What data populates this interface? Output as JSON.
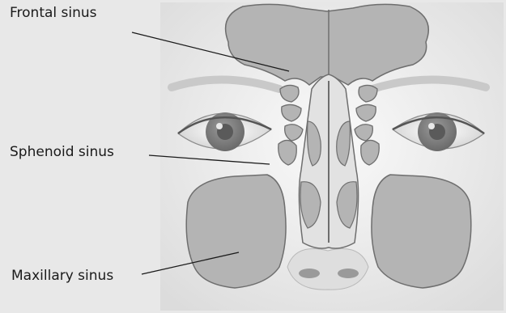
{
  "labels": {
    "frontal": "Frontal sinus",
    "sphenoid": "Sphenoid sinus",
    "maxillary": "Maxillary sinus"
  },
  "colors": {
    "background": "#e8e8e8",
    "panel": "#f7f7f7",
    "sinus_fill": "#b4b4b4",
    "sinus_stroke": "#6e6e6e",
    "bone": "#e4e4e4"
  }
}
